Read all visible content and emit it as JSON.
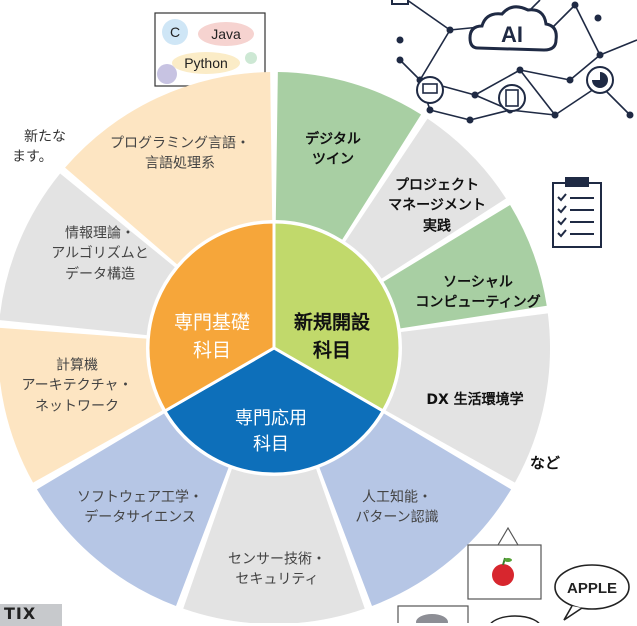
{
  "center": {
    "basic": {
      "line1": "専門基礎",
      "line2": "科目",
      "color": "#f6a63a"
    },
    "new": {
      "line1": "新規開設",
      "line2": "科目",
      "color": "#c1d96b"
    },
    "applied": {
      "line1": "専門応用",
      "line2": "科目",
      "color": "#0d6fba"
    }
  },
  "segments": [
    {
      "lines": [
        "デジタル",
        "ツイン"
      ],
      "color": "#a8cfa3",
      "bold": true
    },
    {
      "lines": [
        "プロジェクト",
        "マネージメント",
        "実践"
      ],
      "color": "#e3e3e3",
      "bold": true
    },
    {
      "lines": [
        "ソーシャル",
        "コンピューティング"
      ],
      "color": "#a8cfa3",
      "bold": true
    },
    {
      "lines": [
        "DX 生活環境学"
      ],
      "color": "#e3e3e3",
      "bold": true
    },
    {
      "lines": [
        "人工知能・",
        "パターン認識"
      ],
      "color": "#b6c6e5",
      "bold": false
    },
    {
      "lines": [
        "センサー技術・",
        "セキュリティ"
      ],
      "color": "#e3e3e3",
      "bold": false
    },
    {
      "lines": [
        "ソフトウェア工学・",
        "データサイエンス"
      ],
      "color": "#b6c6e5",
      "bold": false
    },
    {
      "lines": [
        "計算機",
        "アーキテクチャ・",
        "ネットワーク"
      ],
      "color": "#fde5c2",
      "bold": false
    },
    {
      "lines": [
        "情報理論・",
        "アルゴリズムと",
        "データ構造"
      ],
      "color": "#e3e3e3",
      "bold": false
    },
    {
      "lines": [
        "プログラミング言語・",
        "言語処理系"
      ],
      "color": "#fde5c2",
      "bold": false
    }
  ],
  "extra": {
    "nado": "など"
  },
  "side_text": {
    "line1": "新たな",
    "line2": "ます。"
  },
  "languages": {
    "c": "C",
    "java": "Java",
    "python": "Python"
  },
  "ai_label": "AI",
  "apple_label": "APPLE",
  "partial_badge": "TIX"
}
